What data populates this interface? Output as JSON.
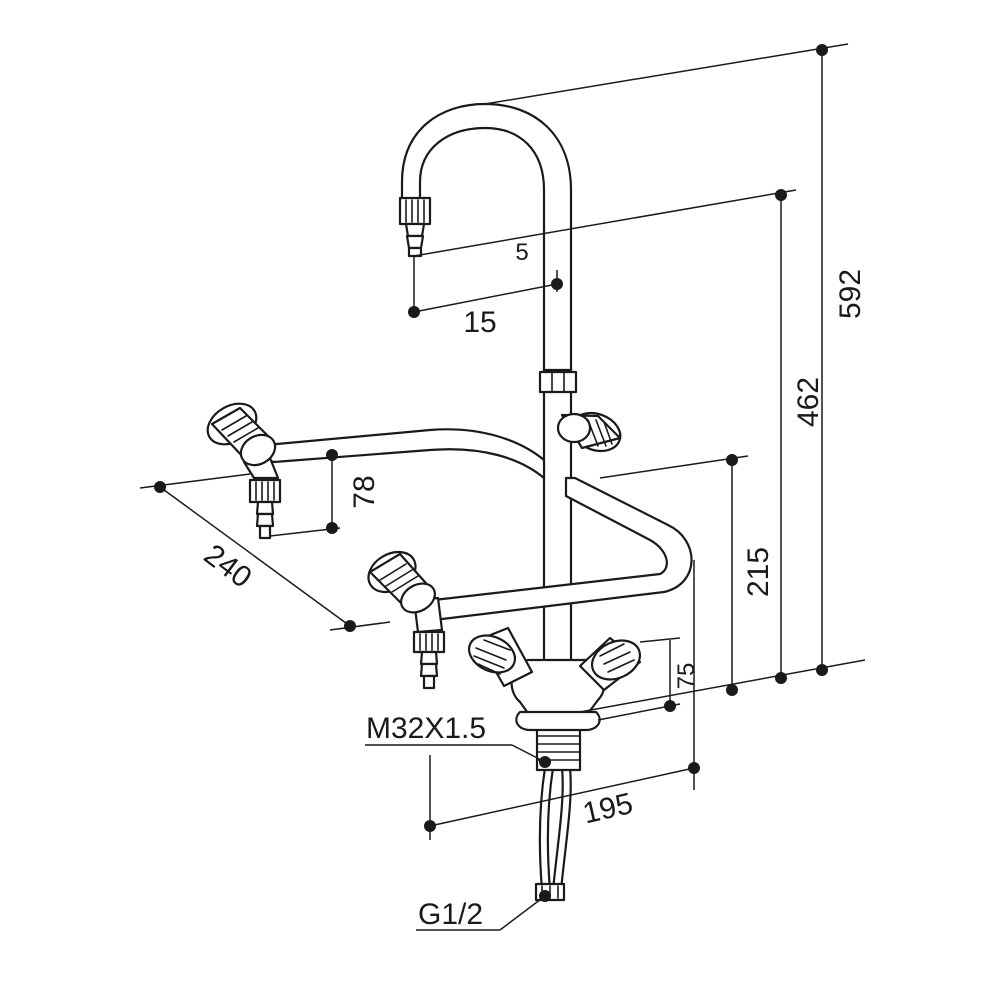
{
  "diagram": {
    "dimensions": {
      "total_height": "592",
      "spout_height": "462",
      "outlet_height": "215",
      "valve_height": "75",
      "arm_depth": "78",
      "arm_width": "240",
      "spout_reach": "15",
      "nozzle_offset": "5",
      "base_reach": "195"
    },
    "labels": {
      "mount_thread": "M32X1.5",
      "inlet_thread": "G1/2"
    },
    "line_color": "#1a1a1a"
  }
}
